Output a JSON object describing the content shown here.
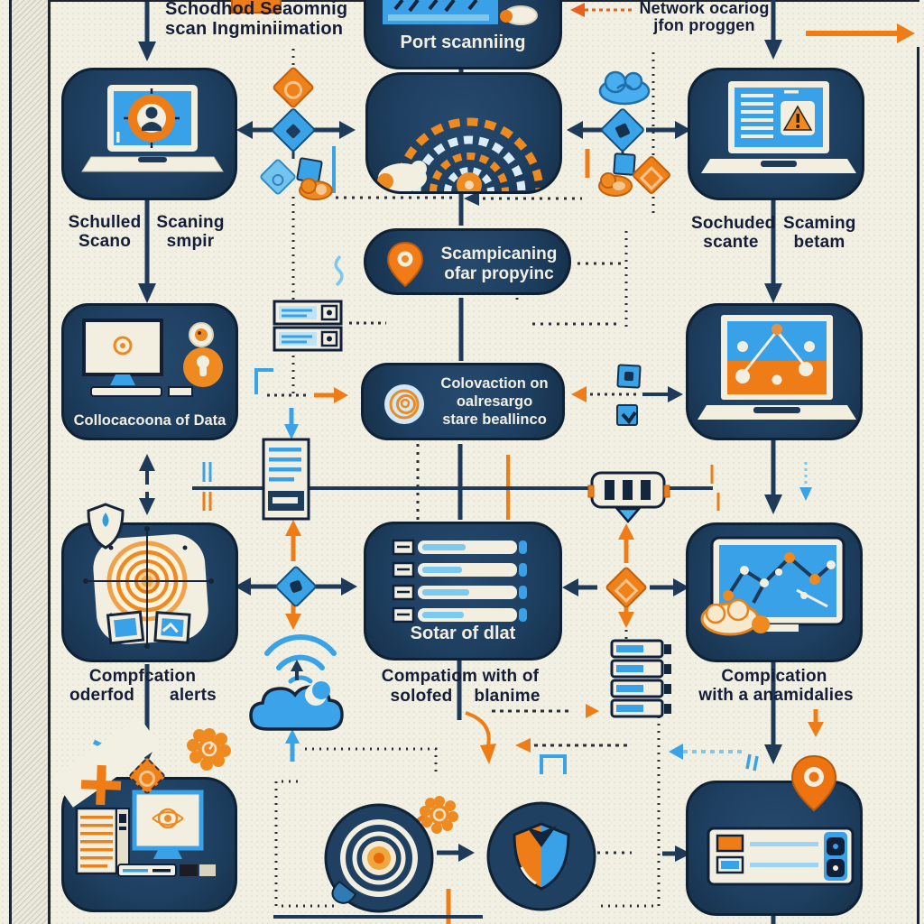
{
  "palette": {
    "background": "#f1f0e2",
    "node_navy": "#1e3f60",
    "node_border": "#0f2134",
    "blue": "#3aa3e8",
    "light_blue": "#7cc7f0",
    "orange": "#ee7d18",
    "dark_line": "#1e3a58",
    "text_dark": "#141c38",
    "text_light": "#f2efe2"
  },
  "captions": {
    "top_left_line1": "Schodhod Seaomnig",
    "top_left_line2": "scan Ingminiimation",
    "top_right_line1": "Network ocariog",
    "top_right_line2": "jfon proggen"
  },
  "row1_labels": {
    "left_a1": "Schulled",
    "left_a2": "Scano",
    "left_b1": "Scaning",
    "left_b2": "smpir",
    "right_a1": "Sochuded",
    "right_a2": "scante",
    "right_b1": "Scaming",
    "right_b2": "betam"
  },
  "nodes": {
    "port_scanning_label": "Port scanniing",
    "scan_pill_line1": "Scampicaning",
    "scan_pill_line2": "ofar propyinc",
    "collection_label": "Collocacoona of Data",
    "colovastion_line1": "Colovaction on",
    "colovastion_line2": "oalresargo",
    "colovastion_line3": "stare beallinco",
    "store_label": "Sotar of dlat"
  },
  "row3_labels": {
    "left_heading": "Compfcation",
    "left_a": "oderfod",
    "left_b": "alerts",
    "mid_heading": "Compatiom with of",
    "mid_a": "solofed",
    "mid_b": "blanime",
    "right_line1": "Compication",
    "right_line2": "with a anamidalies"
  },
  "icons": [
    "laptop-user-scan-icon",
    "port-screen-icon",
    "white-cloud-icon",
    "fingerprint-arc-icon",
    "laptop-warning-icon",
    "warning-triangle-icon",
    "monitor-droplet-icon",
    "lock-badge-icon",
    "location-pin-icon",
    "spiral-icon",
    "laptop-graph-icon",
    "server-2row-icon",
    "document-server-icon",
    "radar-target-icon",
    "shield-droplet-icon",
    "photo-icon",
    "wifi-icon",
    "moon-cloud-icon",
    "factory-filter-icon",
    "server-tower-icon",
    "monitor-network-icon",
    "cloud-monitor-icon",
    "desktop-document-icon",
    "radar-magnifier-icon",
    "shield-icon",
    "form-panel-icon",
    "plus-icon",
    "gear-flower-icon",
    "orange-diamond-icon",
    "blue-diamond-icon",
    "lightblue-diamond-icon",
    "blue-square-icon",
    "orange-cloud-icon",
    "blue-cloud-icon"
  ]
}
